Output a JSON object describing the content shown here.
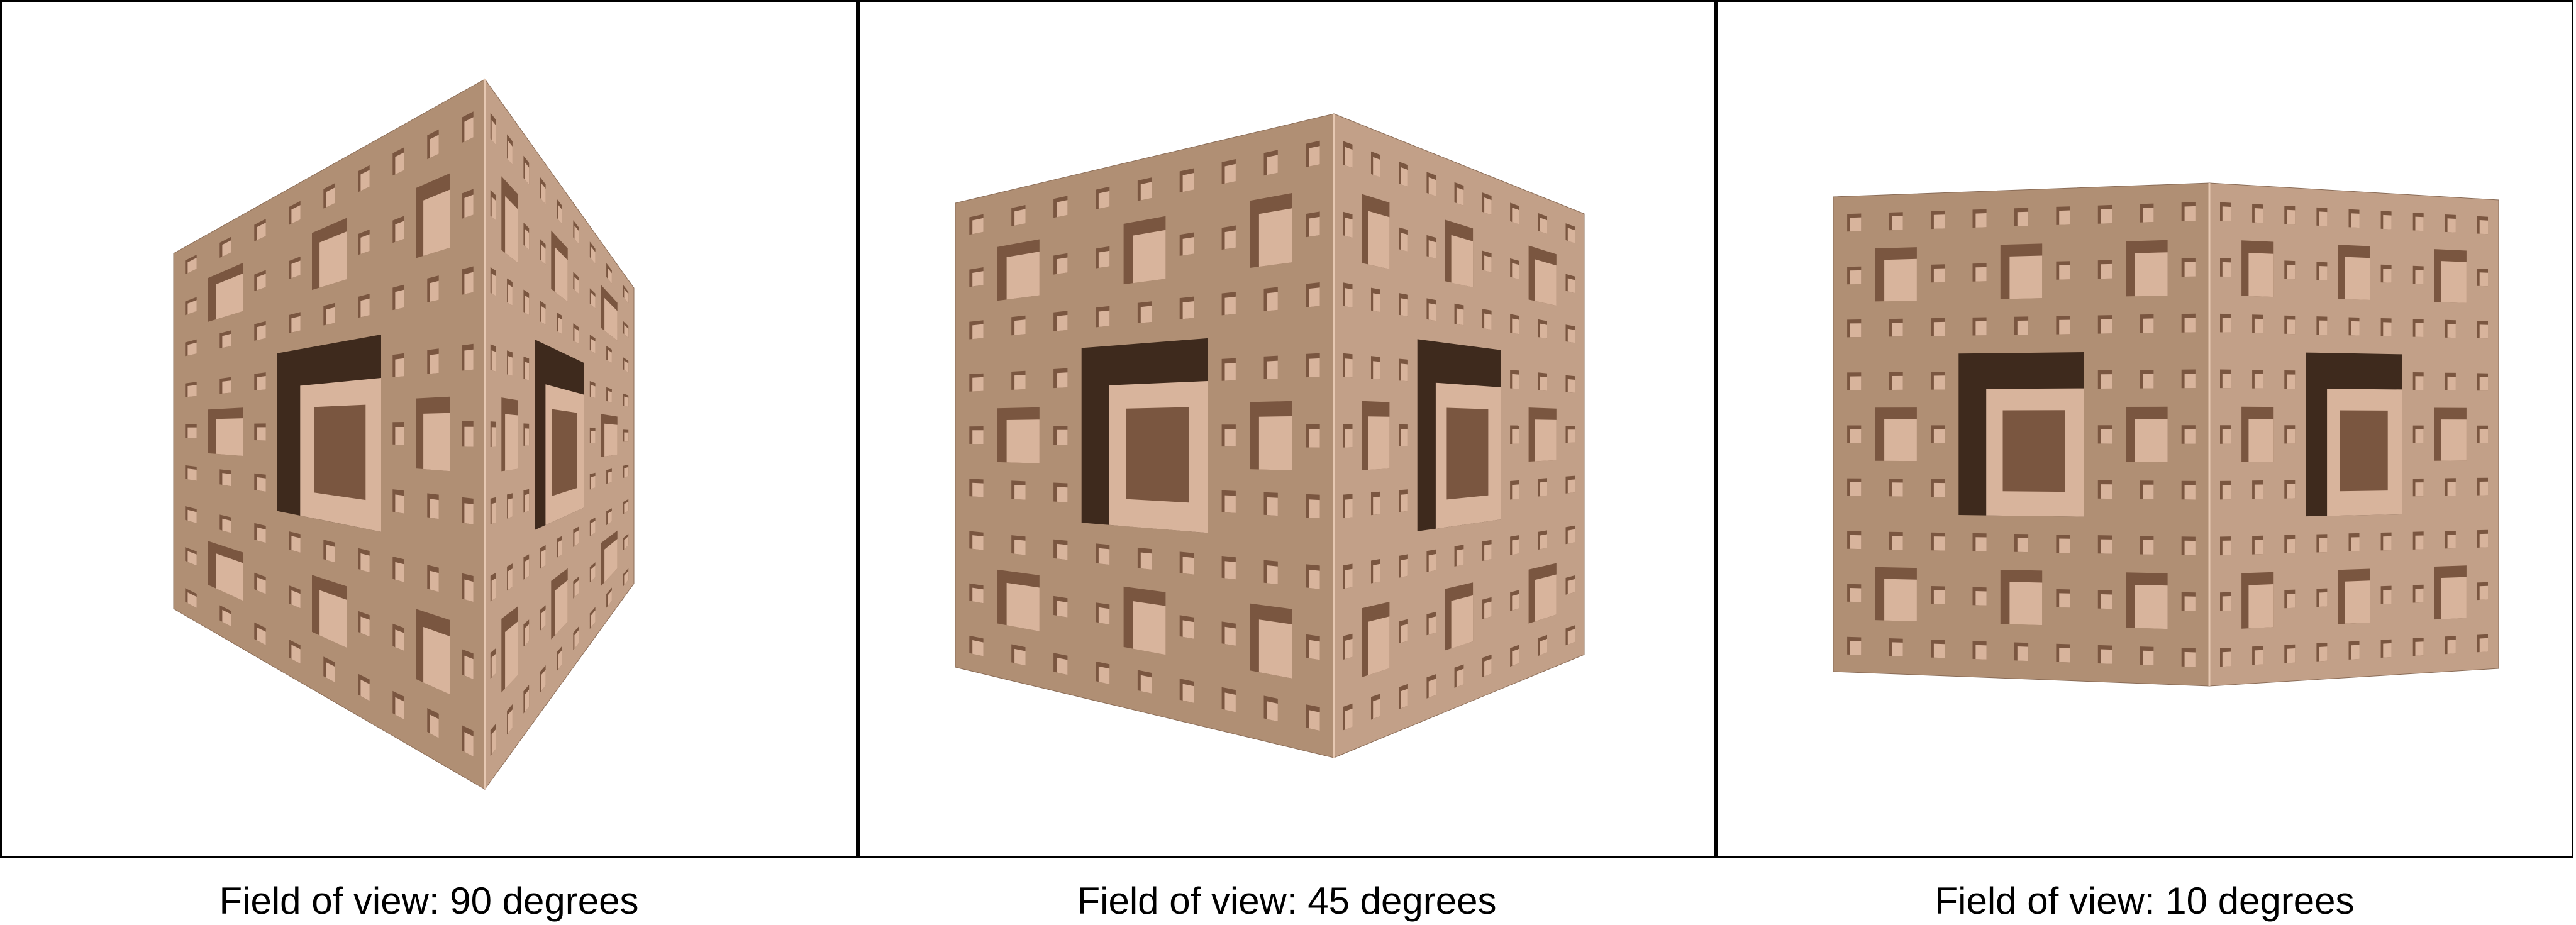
{
  "panels": [
    {
      "caption": "Field of view: 90 degrees",
      "fov_degrees": 90,
      "subject": "menger-sponge-render"
    },
    {
      "caption": "Field of view: 45 degrees",
      "fov_degrees": 45,
      "subject": "menger-sponge-render"
    },
    {
      "caption": "Field of view: 10 degrees",
      "fov_degrees": 10,
      "subject": "menger-sponge-render"
    }
  ],
  "colors": {
    "background": "#ffffff",
    "border": "#000000",
    "face_left": "#b08f74",
    "face_right": "#c2a088",
    "hole_deep": "#3e2a1d",
    "hole_mid": "#7a5640",
    "hole_light": "#d8b49c"
  }
}
